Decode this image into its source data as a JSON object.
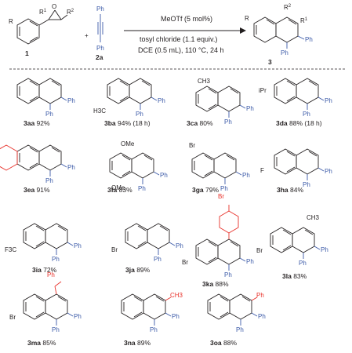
{
  "scheme": {
    "reactant_1": {
      "number": "1",
      "r": "R",
      "r1": "R",
      "r1_sup": "1",
      "r2": "R",
      "r2_sup": "2"
    },
    "reactant_2": {
      "number": "2a",
      "ph_top": "Ph",
      "ph_bottom": "Ph"
    },
    "plus": "+",
    "conditions": {
      "line1": "MeOTf (5 mol%)",
      "line2": "tosyl chloride (1.1 equiv.)",
      "line3": "DCE (0.5 mL), 110 °C, 24 h"
    },
    "product": {
      "number": "3",
      "r": "R",
      "r1": "R",
      "r1_sup": "1",
      "r2": "R",
      "r2_sup": "2",
      "ph1": "Ph",
      "ph2": "Ph"
    }
  },
  "compounds": [
    {
      "code": "3aa",
      "yield": "92%",
      "note": "",
      "subs": []
    },
    {
      "code": "3ba",
      "yield": "94%",
      "note": "(18 h)",
      "subs": [
        "H3C"
      ]
    },
    {
      "code": "3ca",
      "yield": "80%",
      "note": "",
      "subs": [
        "CH3"
      ]
    },
    {
      "code": "3da",
      "yield": "88%",
      "note": "(18 h)",
      "subs": [
        "iPr"
      ]
    },
    {
      "code": "3ea",
      "yield": "91%",
      "note": "",
      "subs": []
    },
    {
      "code": "3fa",
      "yield": "83%",
      "note": "",
      "subs": [
        "OMe",
        "OMe"
      ]
    },
    {
      "code": "3ga",
      "yield": "79%",
      "note": "",
      "subs": [
        "Br"
      ]
    },
    {
      "code": "3ha",
      "yield": "84%",
      "note": "",
      "subs": [
        "F"
      ]
    },
    {
      "code": "3ia",
      "yield": "72%",
      "note": "",
      "subs": [
        "F3C"
      ]
    },
    {
      "code": "3ja",
      "yield": "89%",
      "note": "",
      "subs": [
        "Br"
      ]
    },
    {
      "code": "3ka",
      "yield": "88%",
      "note": "",
      "subs": [
        "Br",
        "Br"
      ]
    },
    {
      "code": "3la",
      "yield": "83%",
      "note": "",
      "subs": [
        "CH3",
        "Br"
      ]
    },
    {
      "code": "3ma",
      "yield": "85%",
      "note": "",
      "subs": [
        "Ph",
        "Br"
      ]
    },
    {
      "code": "3na",
      "yield": "89%",
      "note": "",
      "subs": [
        "CH3"
      ]
    },
    {
      "code": "3oa",
      "yield": "88%",
      "note": "",
      "subs": [
        "Ph"
      ]
    }
  ],
  "ph": "Ph",
  "colors": {
    "ink": "#231f20",
    "blue": "#3b5aa8",
    "red": "#e8312a"
  }
}
